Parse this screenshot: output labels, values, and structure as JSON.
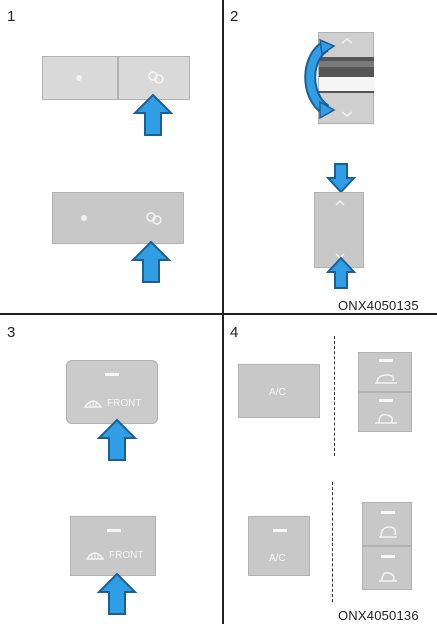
{
  "panels": [
    {
      "number": "1"
    },
    {
      "number": "2",
      "code": "ONX4050135"
    },
    {
      "number": "3"
    },
    {
      "number": "4",
      "code": "ONX4050136"
    }
  ],
  "labels": {
    "ac_top": "A/C",
    "ac_bottom": "A/C",
    "front_top": "FRONT",
    "front_bottom": "FRONT"
  },
  "icons": {
    "arrow": "blue-up-arrow",
    "fan": "fan-icon",
    "defrost": "defrost-icon",
    "recirc": "recirculation-icon",
    "fresh_air": "fresh-air-icon",
    "rotate": "rotate-arrow-icon"
  },
  "colors": {
    "arrow_fill": "#2f9ee5",
    "arrow_stroke": "#1b5f93",
    "button_gray": "#c8c8c8",
    "divider": "#222222"
  }
}
